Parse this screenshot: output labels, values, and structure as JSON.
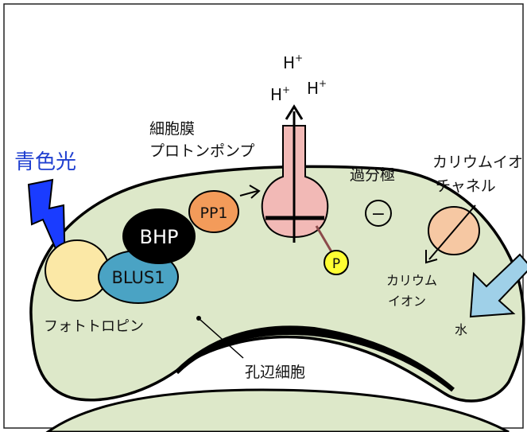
{
  "labels": {
    "blue_light": "青色光",
    "membrane_proton_pump_line1": "細胞膜",
    "membrane_proton_pump_line2": "プロトンポンプ",
    "hyperpolarization": "過分極",
    "k_channel_line1": "カリウムイオ",
    "k_channel_line2": "チャネル",
    "phototropin": "フォトトロピン",
    "guard_cell": "孔辺細胞",
    "potassium_ion_line1": "カリウム",
    "potassium_ion_line2": "イオン",
    "water": "水",
    "minus_sign": "−"
  },
  "proteins": {
    "bhp": "BHP",
    "blus1": "BLUS1",
    "pp1": "PP1",
    "phosphate": "P"
  },
  "protons": {
    "h1": "H",
    "h2": "H",
    "h3": "H",
    "superscript": "+"
  },
  "colors": {
    "cell_fill": "#dde8c9",
    "blue_light_text": "#1f3fd0",
    "lightning": "#1a3cff",
    "phototropin_fill": "#fbe8a6",
    "blus1_fill": "#4aa3c4",
    "bhp_fill": "#000000",
    "pp1_fill": "#f39b5a",
    "pump_fill": "#f2b9b6",
    "phosphate_fill": "#ffff33",
    "k_channel_fill": "#f6c8a3",
    "water_arrow_fill": "#9fd0e8"
  }
}
